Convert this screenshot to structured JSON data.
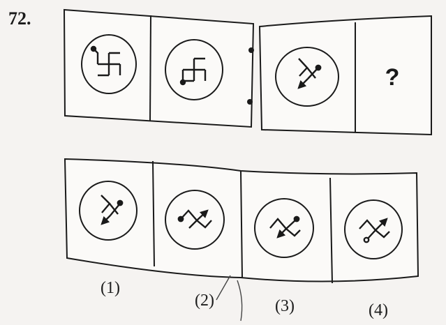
{
  "question": {
    "number": "72.",
    "unknown_mark": "?"
  },
  "problem_figures": [
    {
      "id": "A",
      "icon": "swastika-clockwise-dot-top-left"
    },
    {
      "id": "B",
      "icon": "swastika-counter-dot-bottom-left"
    },
    {
      "id": "C",
      "icon": "rotated-symbol-dot-arrow-down-left"
    }
  ],
  "options": [
    {
      "label": "(1)",
      "icon": "rotated-symbol-dot-arrow-down-left"
    },
    {
      "label": "(2)",
      "icon": "zigzag-arrow-up-right-dot-left"
    },
    {
      "label": "(3)",
      "icon": "zigzag-dot-right-arrow-down-left"
    },
    {
      "label": "(4)",
      "icon": "zigzag-arrow-up-right-hollow-dot"
    }
  ],
  "colors": {
    "ink": "#1a1a1a",
    "paper": "#f5f3f1",
    "panel": "#fbfaf8"
  }
}
